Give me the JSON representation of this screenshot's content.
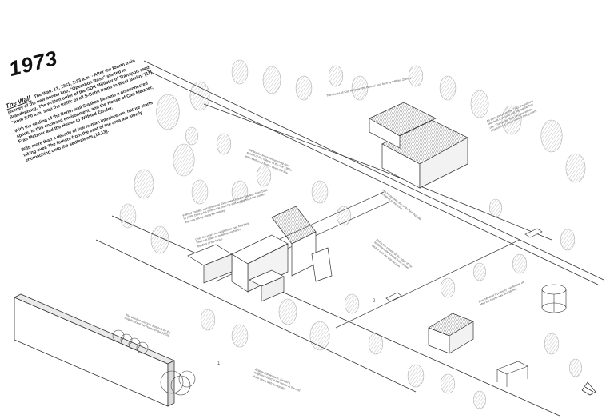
{
  "year": "1973",
  "intro": {
    "title": "The Wall",
    "paragraphs": [
      "The Wall: 13, 1961, 1:23 a.m. - After the fourth train journey of the new border line, \"Operation Rose\" started in Brandenburg. The written order of the GDR Minister of Transport read: \"from 1:00 a.m. stop the traffic of all S-Bahn trains to West Berlin.\"[11]",
      "With the sealing of the Berlin wall Staaken became a disconnected space. In this enclosed environment, and the House of Carl Metzner, Frau Metzner and the House to Wilfried Zander.",
      "With more than a decade of low human interference, nature starts taking over. The forests from the east of the area are slowly encroaching onto the settlements.[12,13]."
    ]
  },
  "notes": [
    "The border fence set up along this stretch of the railway in the late 1960s was reinforced further along the line.",
    "The House of Carl Metzner, the Nurses' and then by Wilfried Zander.",
    "Wilfried Zander, a professional shoemaker lived in Staaken from 1961 to 1989. During his time in the town he was a witness of the border that was set up along the railway.",
    "Over the years his neighbours had had their trees cut down to make space for the building of the fence.",
    "His house was one of the few that still remained in the zone.",
    "Along the railway at the edge of the settlement the forests have grown thicker over the last decade.",
    "As early as December 1961 the eastern bloc built a second wall behind the first one. The border strip became almost impossible to cross without being seen.",
    "Brigitte Zandemann, Zander's neighbour lived in the house at the end of the street with her family.",
    "The wooden structure was built by the neighbours of the House in the 1970s.",
    "Frau Metzner's property was fenced off after the house was abandoned."
  ],
  "marks": {
    "num_a": "1",
    "num_b": "2",
    "north": "N"
  },
  "colors": {
    "ink": "#222222",
    "tree_ink": "#8a8a8a",
    "roof": "#444444"
  }
}
